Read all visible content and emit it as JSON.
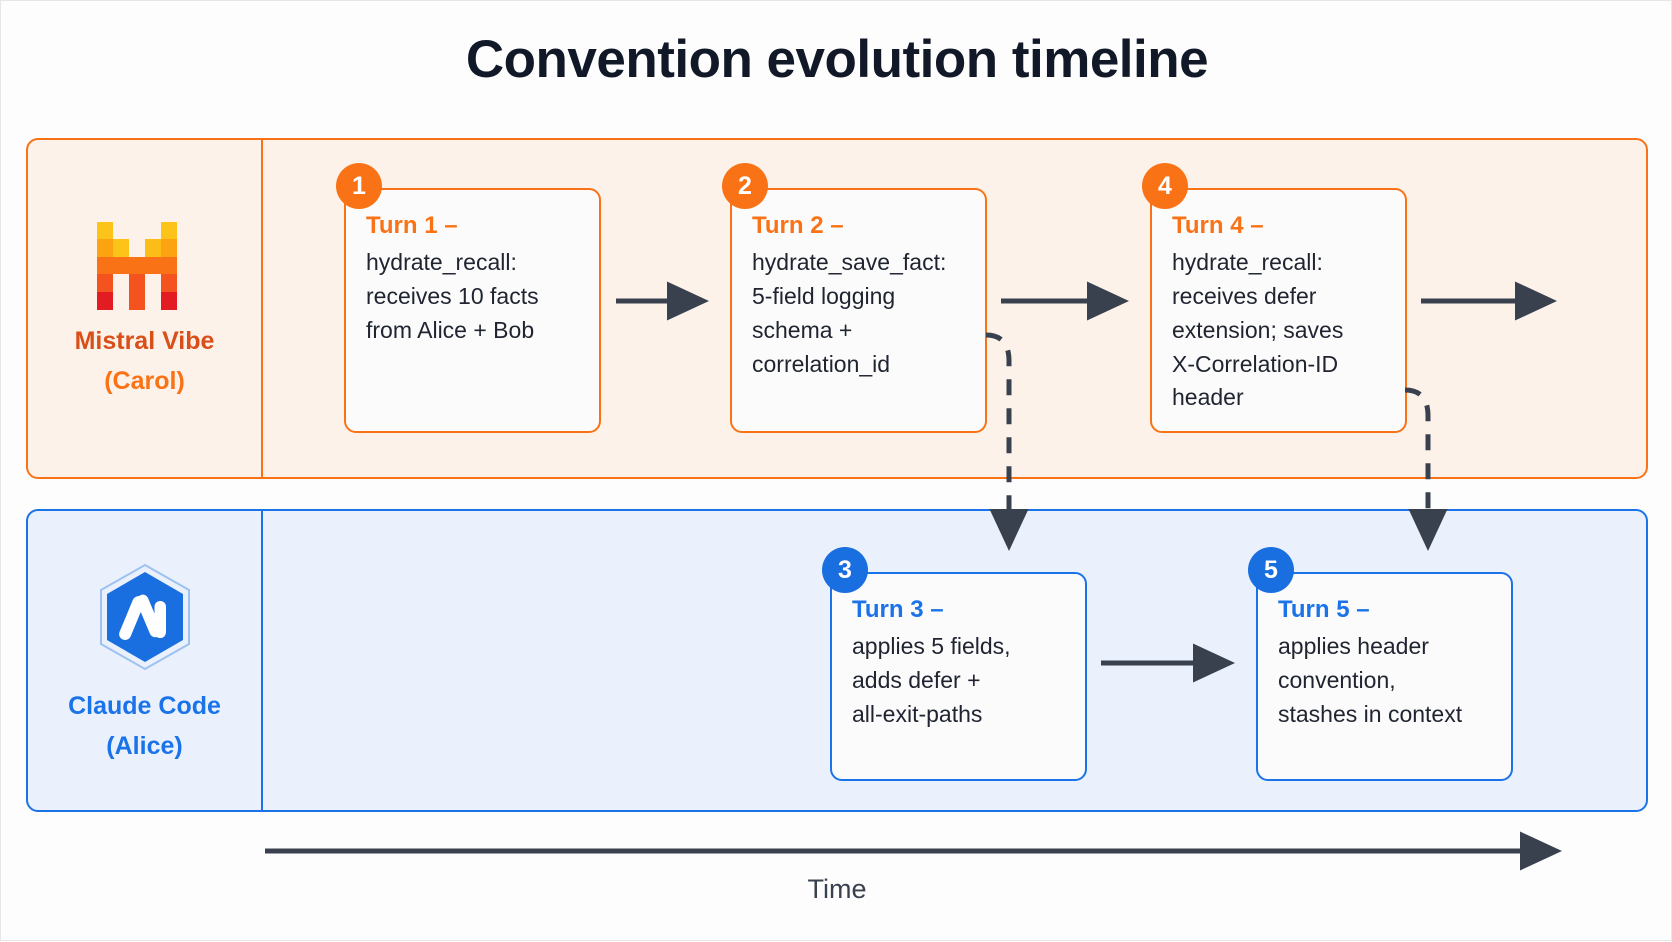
{
  "page": {
    "title": "Convention evolution timeline",
    "time_axis_label": "Time"
  },
  "colors": {
    "mistral_accent": "#f97316",
    "mistral_name": "#d94f1a",
    "mistral_lane_bg": "#fdf2e9",
    "claude_accent": "#1a73e8",
    "claude_lane_bg": "#eaf1fd",
    "arrow": "#39414f",
    "card_bg": "#fbfbfb",
    "title": "#111827",
    "body_text": "#1f2430"
  },
  "lanes": [
    {
      "id": "mistral",
      "actor_name": "Mistral Vibe",
      "actor_sub": "(Carol)",
      "logo_icon": "mistral-pixel-logo",
      "cards": [
        {
          "badge": "1",
          "title": "Turn 1 –",
          "body": "hydrate_recall:\nreceives 10 facts\nfrom Alice + Bob"
        },
        {
          "badge": "2",
          "title": "Turn 2 –",
          "body": "hydrate_save_fact:\n5-field logging\nschema +\ncorrelation_id"
        },
        {
          "badge": "4",
          "title": "Turn 4 –",
          "body": "hydrate_recall:\nreceives defer\nextension; saves\nX-Correlation-ID\nheader"
        }
      ]
    },
    {
      "id": "claude",
      "actor_name": "Claude Code",
      "actor_sub": "(Alice)",
      "logo_icon": "claude-hexagon-logo",
      "cards": [
        {
          "badge": "3",
          "title": "Turn 3 –",
          "body": "applies 5 fields,\nadds defer +\nall-exit-paths"
        },
        {
          "badge": "5",
          "title": "Turn 5 –",
          "body": "applies header\nconvention,\nstashes in context"
        }
      ]
    }
  ],
  "mistral_logo_grid": [
    [
      "#fcc419",
      "",
      "",
      "",
      "#fcc419",
      ""
    ],
    [
      "#fca311",
      "#fcc419",
      "",
      "#fcbe16",
      "#fca311",
      ""
    ],
    [
      "#f97316",
      "#f97316",
      "#f97316",
      "#f97316",
      "#f97316",
      ""
    ],
    [
      "#f4531f",
      "",
      "#f4531f",
      "",
      "#f4531f",
      ""
    ],
    [
      "#e31b23",
      "",
      "#f4531f",
      "",
      "#e31b23",
      ""
    ]
  ]
}
